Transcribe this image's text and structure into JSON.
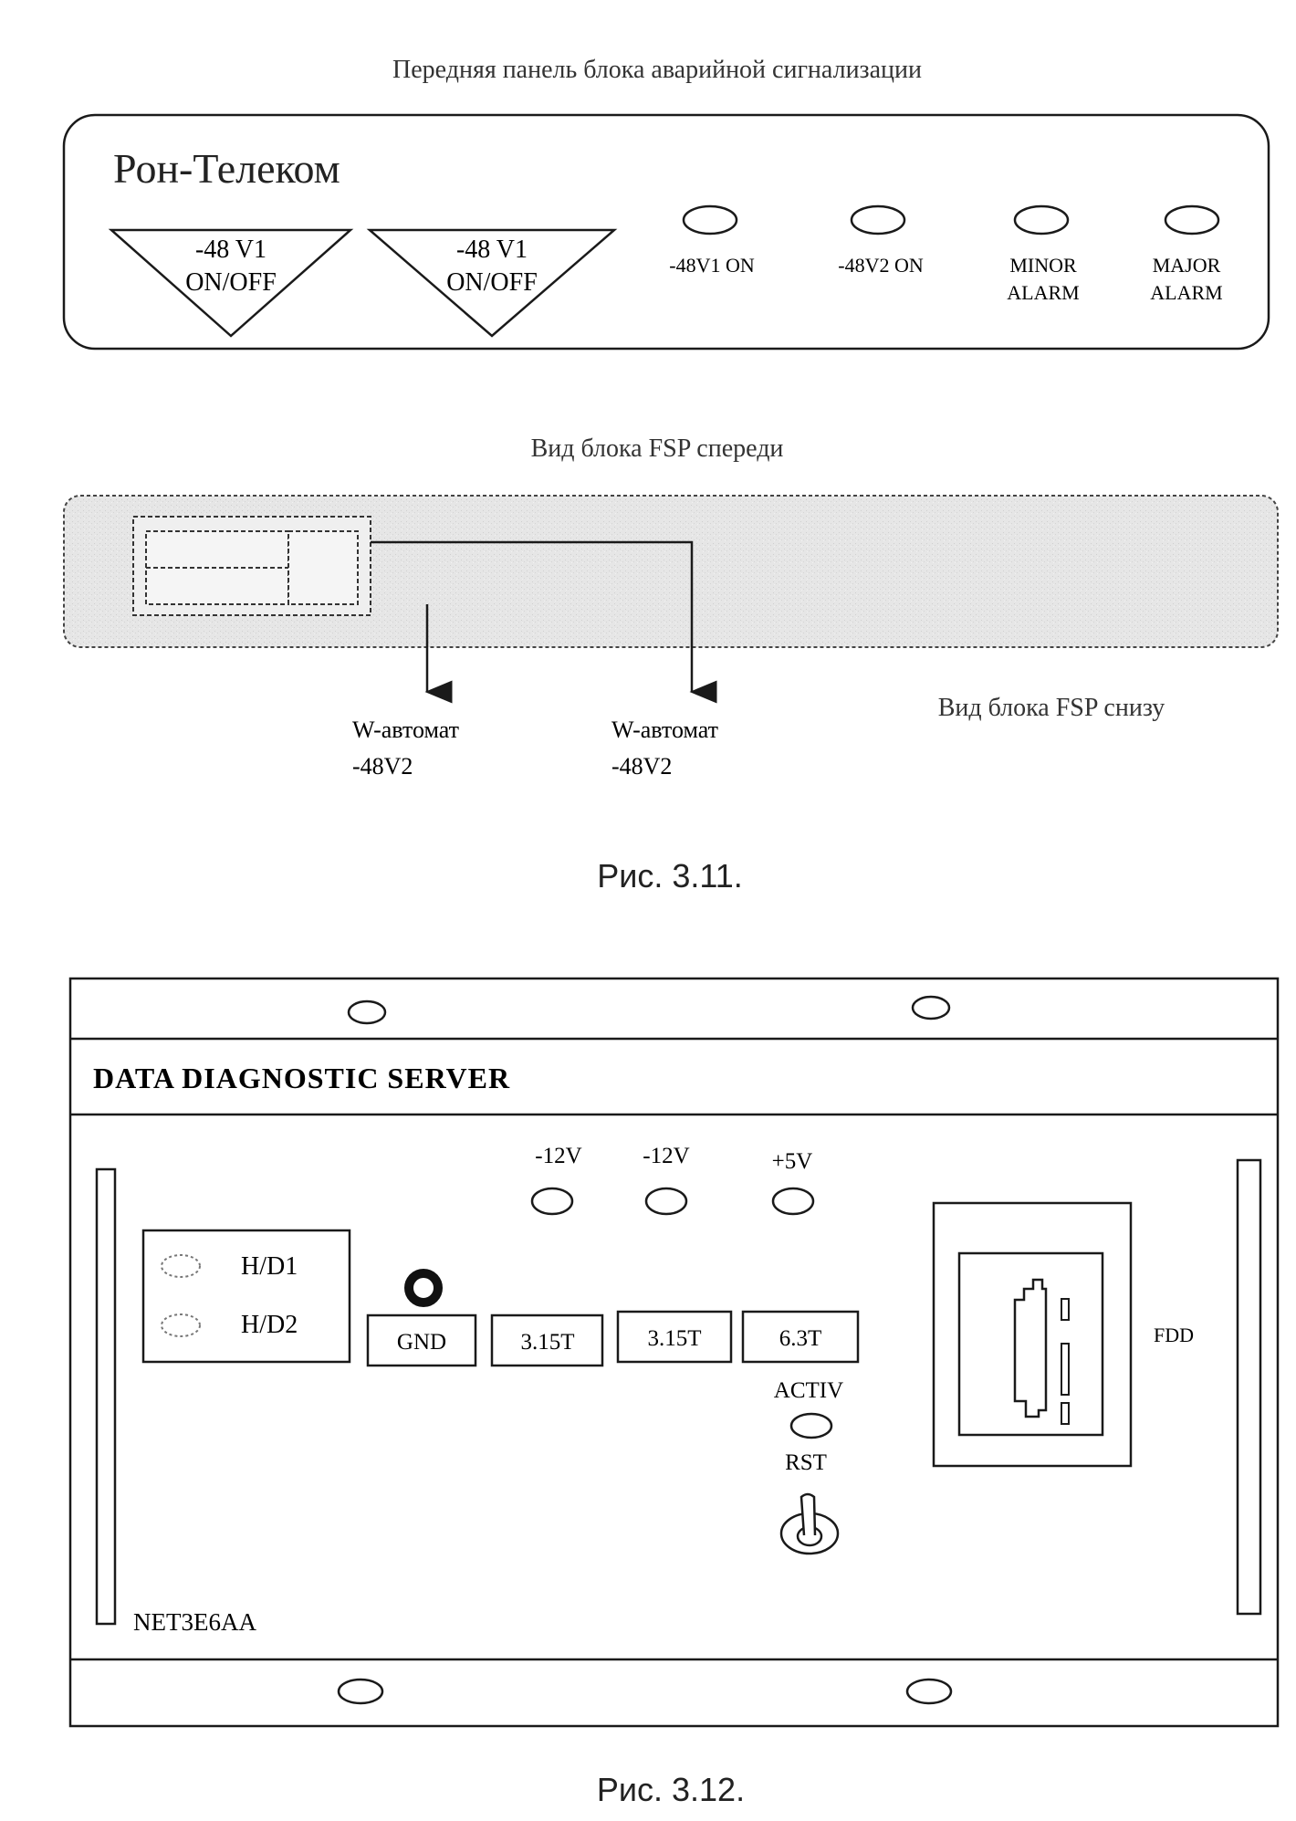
{
  "fig311": {
    "title": "Передняя панель блока аварийной сигнализации",
    "brand": "Рон-Телеком",
    "breakers": [
      {
        "line1": "-48 V1",
        "line2": "ON/OFF"
      },
      {
        "line1": "-48 V1",
        "line2": "ON/OFF"
      }
    ],
    "indicators": [
      {
        "line1": "-48V1 ON",
        "line2": ""
      },
      {
        "line1": "-48V2 ON",
        "line2": ""
      },
      {
        "line1": "MINOR",
        "line2": "ALARM"
      },
      {
        "line1": "MAJOR",
        "line2": "ALARM"
      }
    ],
    "fsp_front_title": "Вид блока FSP спереди",
    "fsp_bottom_title": "Вид блока FSP снизу",
    "callouts": [
      {
        "line1": "W-автомат",
        "line2": "-48V2"
      },
      {
        "line1": "W-автомат",
        "line2": "-48V2"
      }
    ],
    "caption": "Рис. 3.11."
  },
  "fig312": {
    "title": "DATA DIAGNOSTIC SERVER",
    "hd_labels": [
      "H/D1",
      "H/D2"
    ],
    "voltage_labels": [
      "-12V",
      "-12V",
      "+5V"
    ],
    "fuse_labels": [
      "GND",
      "3.15T",
      "3.15T",
      "6.3T"
    ],
    "activ_label": "ACTIV",
    "rst_label": "RST",
    "fdd_label": "FDD",
    "model": "NET3E6AA",
    "caption": "Рис. 3.12."
  }
}
